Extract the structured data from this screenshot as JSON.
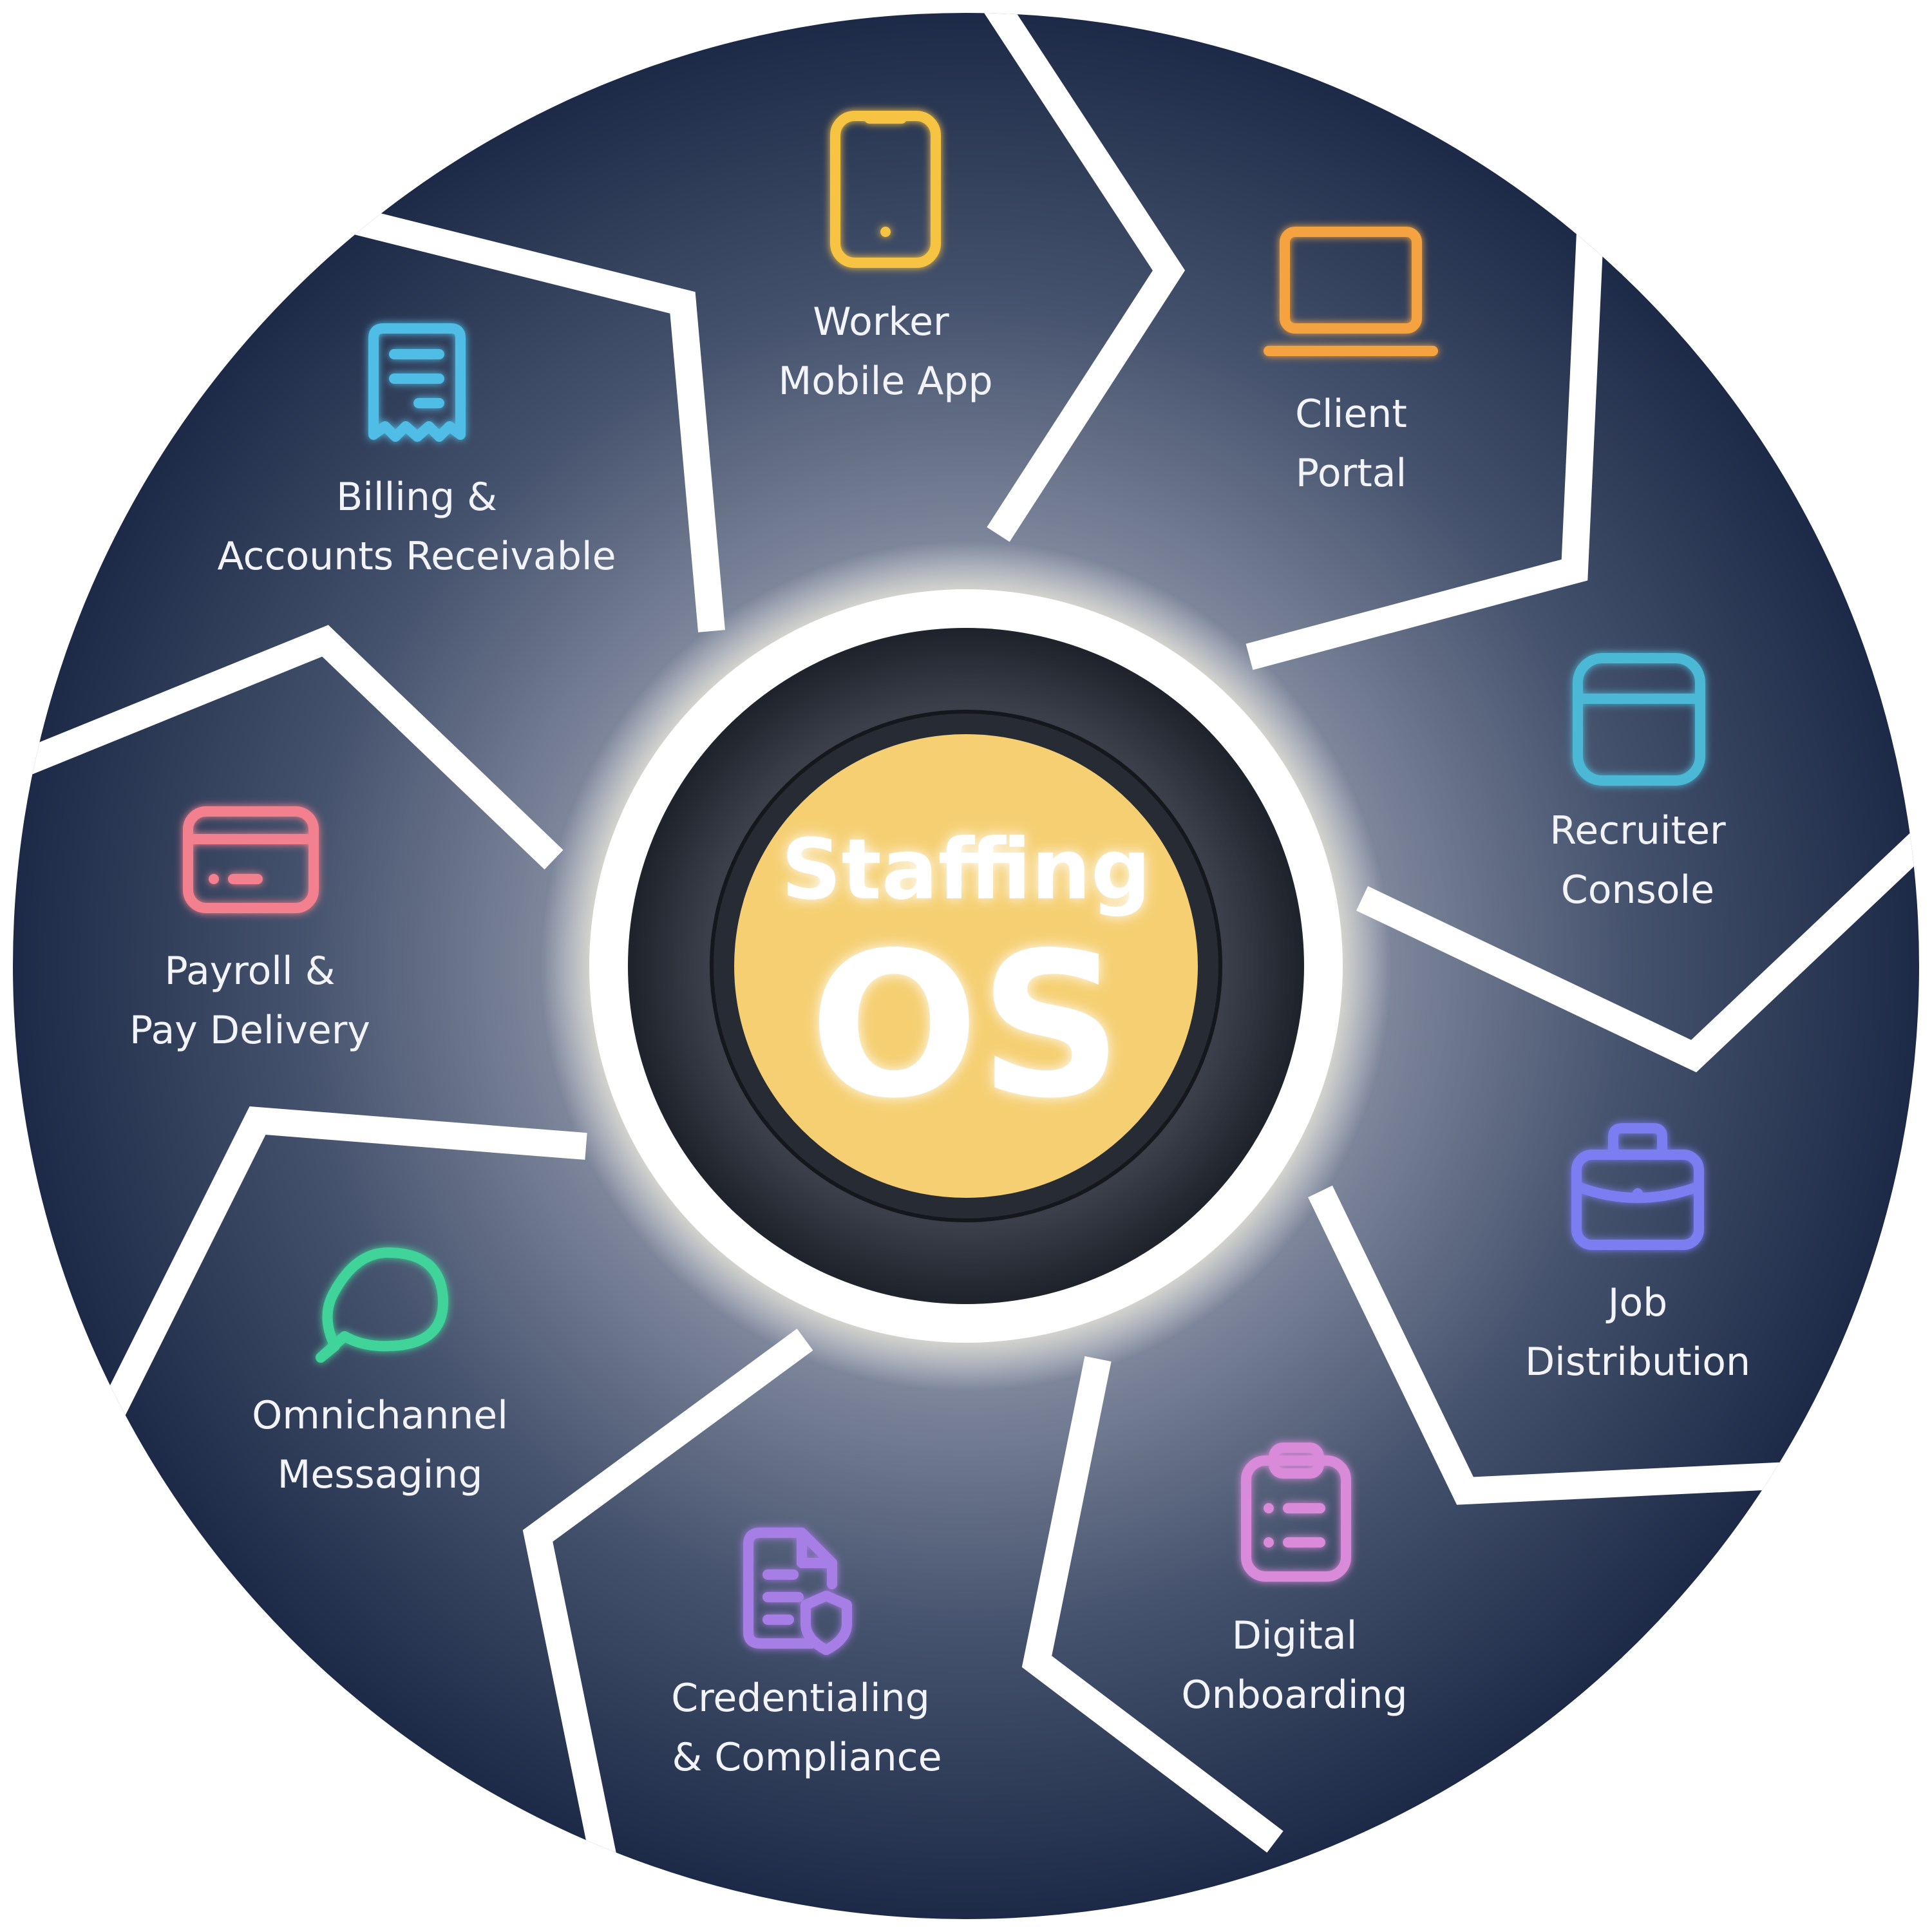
{
  "center": {
    "line1": "Staffing",
    "line2": "OS"
  },
  "segments": [
    {
      "id": "worker-mobile-app",
      "icon": "smartphone-icon",
      "color": "#f6c343",
      "lines": [
        "Worker",
        "Mobile App"
      ]
    },
    {
      "id": "client-portal",
      "icon": "laptop-icon",
      "color": "#f4a340",
      "lines": [
        "Client",
        "Portal"
      ]
    },
    {
      "id": "recruiter-console",
      "icon": "browser-window-icon",
      "color": "#4cb8d6",
      "lines": [
        "Recruiter",
        "Console"
      ]
    },
    {
      "id": "job-distribution",
      "icon": "briefcase-icon",
      "color": "#7a7ef0",
      "lines": [
        "Job",
        "Distribution"
      ]
    },
    {
      "id": "digital-onboarding",
      "icon": "clipboard-icon",
      "color": "#d98ad8",
      "lines": [
        "Digital",
        "Onboarding"
      ]
    },
    {
      "id": "credentialing-compliance",
      "icon": "document-shield-icon",
      "color": "#a77ee6",
      "lines": [
        "Credentialing",
        "& Compliance"
      ]
    },
    {
      "id": "omnichannel-messaging",
      "icon": "chat-bubble-icon",
      "color": "#3fd39a",
      "lines": [
        "Omnichannel",
        "Messaging"
      ]
    },
    {
      "id": "payroll-pay-delivery",
      "icon": "credit-card-icon",
      "color": "#f2808e",
      "lines": [
        "Payroll &",
        "Pay Delivery"
      ]
    },
    {
      "id": "billing-accounts-receivable",
      "icon": "receipt-icon",
      "color": "#4fbde6",
      "lines": [
        "Billing &",
        "Accounts Receivable"
      ]
    }
  ],
  "colors": {
    "wheel_dark": "#1f2d4a",
    "wheel_light": "#aeb4c2",
    "center_fill": "#f5cf72",
    "ring": "#2a2f3a"
  }
}
